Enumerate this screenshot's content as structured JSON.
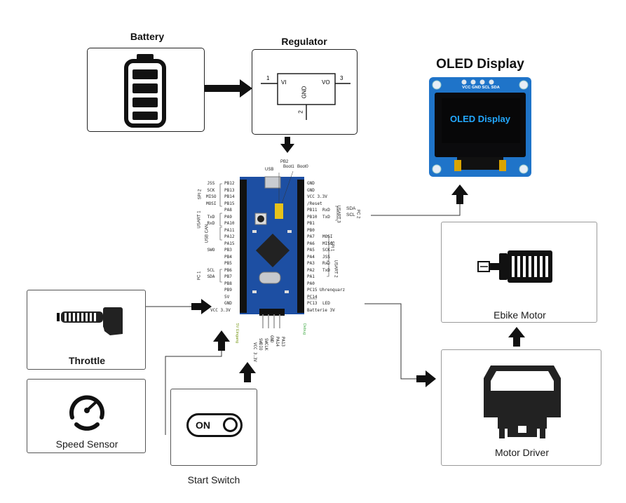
{
  "blocks": {
    "battery": {
      "title": "Battery"
    },
    "regulator": {
      "title": "Regulator",
      "pin_vi_num": "1",
      "pin_vi": "VI",
      "pin_vo": "VO",
      "pin_vo_num": "3",
      "pin_gnd": "GND",
      "pin_gnd_num": "2"
    },
    "oled": {
      "title": "OLED Display",
      "screen_text": "OLED Display",
      "header_pins": "VCC GND SCL SDA"
    },
    "throttle": {
      "label": "Throttle"
    },
    "speed_sensor": {
      "label": "Speed Sensor"
    },
    "start_switch": {
      "label": "Start Switch",
      "switch_text": "ON"
    },
    "ebike_motor": {
      "label": "Ebike Motor"
    },
    "motor_driver": {
      "label": "Motor Driver"
    }
  },
  "board": {
    "top_labels": {
      "usb": "USB",
      "pb2": "PB2",
      "boot1": "Boot1",
      "boot0": "Boot0"
    },
    "left_pins": [
      {
        "fn": "JSS",
        "pin": "PB12"
      },
      {
        "fn": "SCK",
        "pin": "PB13"
      },
      {
        "fn": "MISO",
        "pin": "PB14"
      },
      {
        "fn": "MOSI",
        "pin": "PB15"
      },
      {
        "fn": "",
        "pin": "PA8"
      },
      {
        "fn": "TxD",
        "pin": "PA9"
      },
      {
        "fn": "RxD",
        "pin": "PA10"
      },
      {
        "fn": "",
        "pin": "PA11"
      },
      {
        "fn": "",
        "pin": "PA12"
      },
      {
        "fn": "",
        "pin": "PA15"
      },
      {
        "fn": "SWO",
        "pin": "PB3"
      },
      {
        "fn": "",
        "pin": "PB4"
      },
      {
        "fn": "",
        "pin": "PB5"
      },
      {
        "fn": "SCL",
        "pin": "PB6"
      },
      {
        "fn": "SDA",
        "pin": "PB7"
      },
      {
        "fn": "",
        "pin": "PB8"
      },
      {
        "fn": "",
        "pin": "PB9"
      },
      {
        "fn": "",
        "pin": "5V"
      },
      {
        "fn": "",
        "pin": "GND"
      },
      {
        "fn": "",
        "pin": "VCC 3.3V"
      }
    ],
    "left_groups": {
      "spi2": "SPI 2",
      "usart1": "USART 1",
      "usb_can": "USB CAN",
      "i2c1": "I²C 1"
    },
    "right_pins": [
      {
        "pin": "GND",
        "fn": ""
      },
      {
        "pin": "GND",
        "fn": ""
      },
      {
        "pin": "VCC 3.3V",
        "fn": ""
      },
      {
        "pin": "/Reset",
        "fn": ""
      },
      {
        "pin": "PB11",
        "fn": "RxD"
      },
      {
        "pin": "PB10",
        "fn": "TxD"
      },
      {
        "pin": "PB1",
        "fn": ""
      },
      {
        "pin": "PB0",
        "fn": ""
      },
      {
        "pin": "PA7",
        "fn": "MOSI"
      },
      {
        "pin": "PA6",
        "fn": "MISO"
      },
      {
        "pin": "PA5",
        "fn": "SCK"
      },
      {
        "pin": "PA4",
        "fn": "JSS"
      },
      {
        "pin": "PA3",
        "fn": "RxD"
      },
      {
        "pin": "PA2",
        "fn": "TxD"
      },
      {
        "pin": "PA1",
        "fn": ""
      },
      {
        "pin": "PA0",
        "fn": ""
      },
      {
        "pin": "PC15",
        "fn": "Uhrenquarz"
      },
      {
        "pin": "PC14",
        "fn": ""
      },
      {
        "pin": "PC13",
        "fn": "LED"
      },
      {
        "pin": "Batterie 3V",
        "fn": ""
      }
    ],
    "right_groups": {
      "usart3": "USART 3",
      "i2c2": "I²C 2",
      "spi1": "SPI 1",
      "usart2": "USART 2"
    },
    "i2c_labels": {
      "sda": "SDA",
      "scl": "SCL"
    },
    "bottom_pins": [
      "VCC 3.3V",
      "SWDIO",
      "SWCLK",
      "GND",
      "PA14",
      "PA13"
    ],
    "bottom_side_left": "5V Eingang",
    "bottom_side_right": "Debug"
  },
  "colors": {
    "board_blue": "#1d4fa3",
    "oled_blue": "#1f74c9",
    "oled_text": "#23a8ff",
    "header_yellow": "#d9a400"
  }
}
